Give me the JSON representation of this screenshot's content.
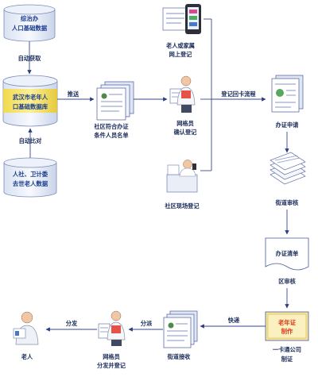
{
  "databases": {
    "pension_base": [
      "综治办",
      "人口基础数据"
    ],
    "elderly_base": [
      "武汉市老年人",
      "口基础数据库"
    ],
    "deceased": [
      "人社、卫计委",
      "去世老人数据"
    ]
  },
  "edges": {
    "auto_fetch": "自动获取",
    "auto_compare": "自动比对",
    "push": "推送",
    "register_return": "登记回卡流程",
    "express": "快递",
    "distribute_1": "分派",
    "distribute_2": "分发"
  },
  "nodes": {
    "community_list": [
      "社区符合办证",
      "条件人员名单"
    ],
    "online_reg": [
      "老人或家属",
      "网上登记"
    ],
    "grid_confirm": [
      "网格员",
      "确认登记"
    ],
    "onsite_reg": "社区现场登记",
    "apply": "办证申请",
    "street_review": "街道审核",
    "card_list": "办证清单",
    "district_review": "区审核",
    "card_make": [
      "老年证",
      "制作"
    ],
    "card_company": [
      "一卡通公司",
      "制证"
    ],
    "street_receive": "街道接收",
    "grid_distribute": [
      "网格员",
      "分发并登记"
    ],
    "elderly": "老人"
  },
  "colors": {
    "db_top": "#e6ecf6",
    "db_body": "#f2f5fb",
    "db_accent": "#f7e14a",
    "line": "#3a4a8c",
    "arrow": "#2c3d82",
    "doc_fill": "#ffffff",
    "doc_edge": "#4a5a9a"
  },
  "icons": [
    "database-icon",
    "document-stack-icon",
    "phone-registration-icon",
    "grid-worker-icon",
    "onsite-worker-icon",
    "checklist-icon",
    "paper-stack-icon",
    "list-document-icon",
    "card-print-icon",
    "card-batch-icon",
    "person-icon"
  ]
}
